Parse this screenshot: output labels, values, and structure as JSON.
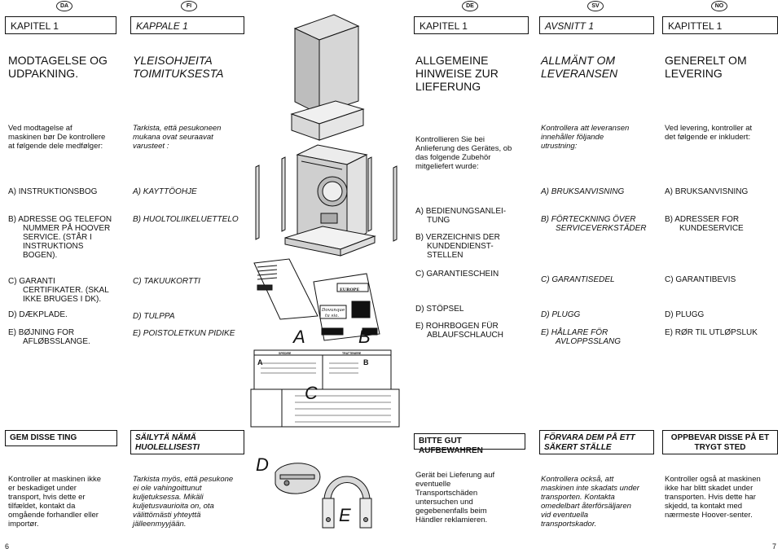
{
  "flags": {
    "da": "DA",
    "fi": "FI",
    "de": "DE",
    "sv": "SV",
    "no": "NO"
  },
  "chapters": {
    "da": "KAPITEL 1",
    "fi": "KAPPALE 1",
    "de": "KAPITEL 1",
    "sv": "AVSNITT 1",
    "no": "KAPITTEL 1"
  },
  "titles": {
    "da": [
      "MODTAGELSE OG",
      "UDPAKNING."
    ],
    "fi": [
      "YLEISOHJEITA",
      "TOIMITUKSESTA"
    ],
    "de": [
      "ALLGEMEINE",
      "HINWEISE ZUR",
      "LIEFERUNG"
    ],
    "sv": [
      "ALLMÄNT OM",
      "LEVERANSEN"
    ],
    "no": [
      "GENERELT OM",
      "LEVERING"
    ]
  },
  "intros": {
    "da": [
      "Ved modtagelse af",
      "maskinen bør De kontrollere",
      "at følgende dele medfølger:"
    ],
    "fi": [
      "Tarkista, että pesukoneen",
      "mukana ovat seuraavat",
      "varusteet :"
    ],
    "de": [
      "Kontrollieren Sie bei",
      "Anlieferung des Gerätes, ob",
      "das folgende Zubehör",
      "mitgeliefert wurde:"
    ],
    "sv": [
      "Kontrollera att leveransen",
      "innehåller följande",
      "utrustning:"
    ],
    "no": [
      "Ved levering, kontroller at",
      "det følgende er inkludert:"
    ]
  },
  "items": {
    "da": {
      "a": "A)  INSTRUKTIONSBOG",
      "b": [
        "B)  ADRESSE OG TELEFON",
        "NUMMER PÅ HOOVER",
        "SERVICE. (STÅR I",
        "INSTRUKTIONS",
        "BOGEN)."
      ],
      "c": [
        "C)  GARANTI",
        "CERTIFIKATER. (SKAL",
        "IKKE BRUGES I DK)."
      ],
      "d": "D)  DÆKPLADE.",
      "e": [
        "E)  BØJNING FOR",
        "AFLØBSSLANGE."
      ]
    },
    "fi": {
      "a": "A)  KAYTTÖOHJE",
      "b": "B)  HUOLTOLIIKELUETTELO",
      "c": "C)  TAKUUKORTTI",
      "d": "D)  TULPPA",
      "e": "E)  POISTOLETKUN PIDIKE"
    },
    "de": {
      "a": [
        "A) BEDIENUNGSANLEI-",
        "TUNG"
      ],
      "b": [
        "B)  VERZEICHNIS DER",
        "KUNDENDIENST-",
        "STELLEN"
      ],
      "c": "C) GARANTIESCHEIN",
      "d": "D) STÖPSEL",
      "e": [
        "E)  ROHRBOGEN FÜR",
        "ABLAUFSCHLAUCH"
      ]
    },
    "sv": {
      "a": "A)  BRUKSANVISNING",
      "b": [
        "B)  FÖRTECKNING ÖVER",
        "SERVICEVERKSTÄDER"
      ],
      "c": "C)  GARANTISEDEL",
      "d": "D)  PLUGG",
      "e": [
        "E)  HÅLLARE FÖR",
        "AVLOPPSSLANG"
      ]
    },
    "no": {
      "a": "A)  BRUKSANVISNING",
      "b": [
        "B)  ADRESSER FOR",
        "KUNDESERVICE"
      ],
      "c": "C)  GARANTIBEVIS",
      "d": "D)  PLUGG",
      "e": "E)  RØR TIL UTLØPSLUK"
    }
  },
  "keep": {
    "da": "GEM DISSE TING",
    "fi": [
      "SÄILYTÄ NÄMÄ",
      "HUOLELLISESTI"
    ],
    "de": "BITTE GUT AUFBEWAHREN",
    "sv": [
      "FÖRVARA DEM PÅ ETT",
      "SÄKERT STÄLLE"
    ],
    "no": [
      "OPPBEVAR DISSE PÅ ET",
      "TRYGT STED"
    ]
  },
  "footer": {
    "da": [
      "Kontroller at maskinen ikke",
      "er beskadiget under",
      "transport, hvis dette er",
      "tilfældet, kontakt da",
      "omgående forhandler eller",
      "importør."
    ],
    "fi": [
      "Tarkista myös, että pesukone",
      "ei ole vahingoittunut",
      "kuljetuksessa. Mikäli",
      "kuljetusvaurioita on, ota",
      "välittömästi yhteyttä",
      "jälleenmyyjään."
    ],
    "de": [
      "Gerät bei Lieferung auf",
      "eventuelle",
      "Transportschäden",
      "untersuchen und",
      "gegebenenfalls beim",
      "Händler reklamieren."
    ],
    "sv": [
      "Kontrollera också, att",
      "maskinen inte skadats under",
      "transporten. Kontakta",
      "omedelbart återförsäljaren",
      "vid eventuella",
      "transportskador."
    ],
    "no": [
      "Kontroller også at maskinen",
      "ikke har blitt skadet under",
      "transporten. Hvis dette har",
      "skjedd, ta kontakt med",
      "nærmeste Hoover-senter."
    ]
  },
  "figure": {
    "letters": {
      "a": "A",
      "b": "B",
      "c": "C",
      "d": "D",
      "e": "E"
    },
    "card_b_top": "EUROPE",
    "card_b_script": [
      "Dovunque",
      "tu sia."
    ],
    "card_c_left": "SPEDIRE",
    "card_c_right": "TRATTENERE",
    "card_c_small_a": "A",
    "card_c_small_b": "B"
  },
  "pages": {
    "left": "6",
    "right": "7"
  }
}
